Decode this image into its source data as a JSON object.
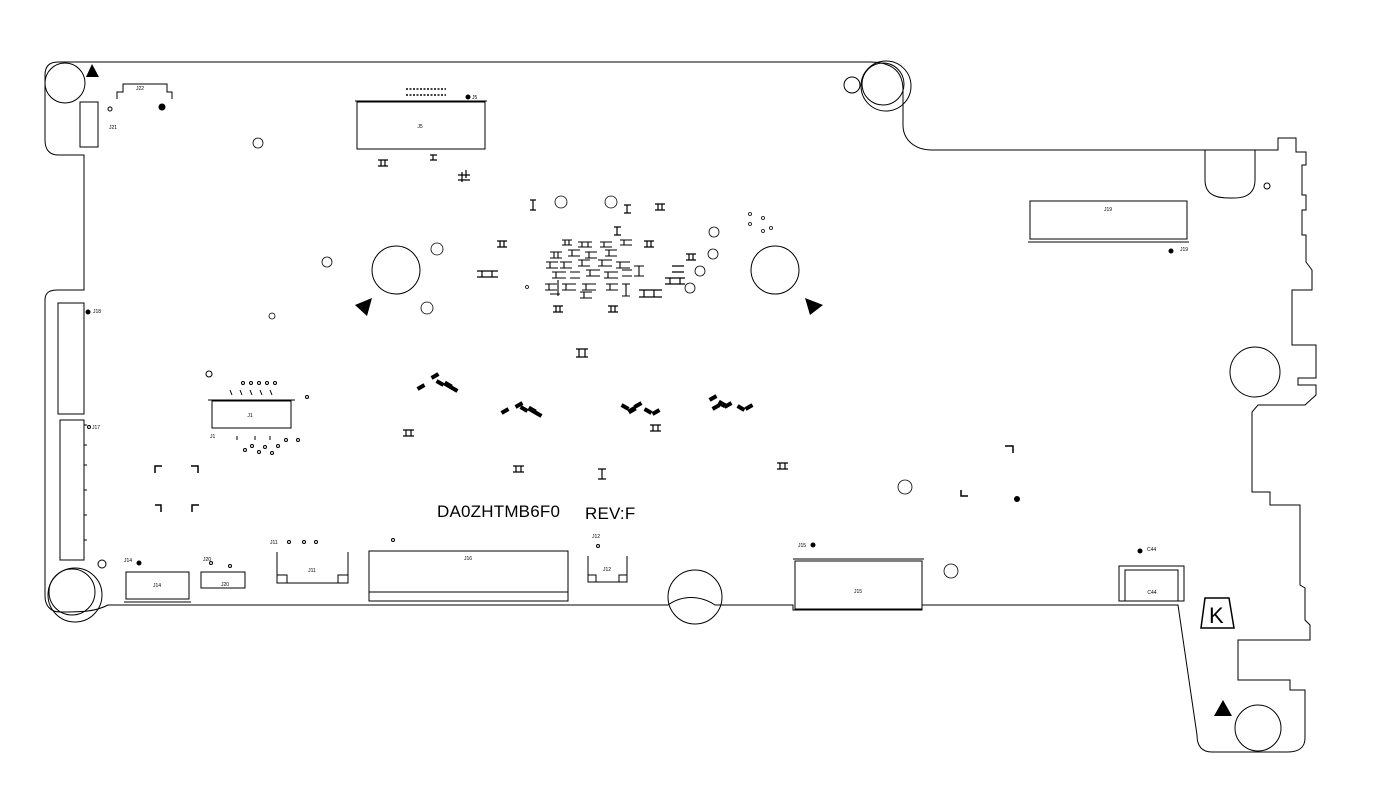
{
  "board": {
    "model": "DA0ZHTMB6F0",
    "revision": "REV:F",
    "corner_mark": "K",
    "colors": {
      "outline": "#000000",
      "background": "#ffffff"
    }
  },
  "labels": {
    "j22": "J22",
    "j21": "J21",
    "j5": "J5",
    "j5_pin": "J5",
    "j19": "J19",
    "j19_pin": "J19",
    "j18": "J18",
    "j17": "J17",
    "j1": "J1",
    "j1_pin": "J1",
    "j14": "J14",
    "j14_pin": "J14",
    "j20": "J20",
    "j20_pin": "J20",
    "j11": "J11",
    "j11_pin": "J11",
    "j16": "J16",
    "j12": "J12",
    "j12_pin": "J12",
    "j15": "J15",
    "j15_pin": "J15",
    "c44": "C44",
    "c44_pin": "C44"
  }
}
